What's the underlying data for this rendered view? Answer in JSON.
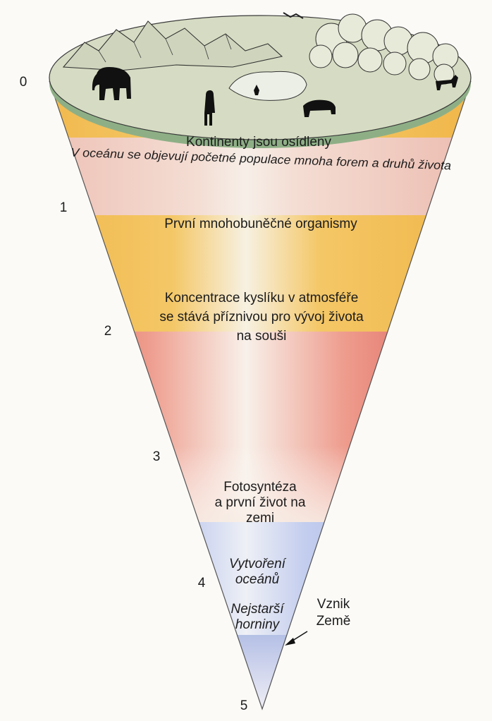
{
  "diagram": {
    "axis_marks": [
      "0",
      "1",
      "2",
      "3",
      "4",
      "5"
    ],
    "layers": [
      {
        "lines": [
          "Kontinenty jsou osídleny"
        ],
        "italic": false
      },
      {
        "lines": [
          "V oceánu se objevují početné populace mnoha forem a druhů života"
        ],
        "italic": true
      },
      {
        "lines": [
          "První mnohobuněčné organismy"
        ],
        "italic": false
      },
      {
        "lines": [
          "Koncentrace kyslíku v atmosféře",
          "se stává příznivou pro vývoj života",
          "na souši"
        ],
        "italic": false
      },
      {
        "lines": [
          "Fotosyntéza",
          "a první život na",
          "zemi"
        ],
        "italic": false
      },
      {
        "lines": [
          "Vytvoření",
          "oceánů"
        ],
        "italic": true
      },
      {
        "lines": [
          "Nejstarší",
          "horniny"
        ],
        "italic": true
      }
    ],
    "callout": {
      "lines": [
        "Vznik",
        "Země"
      ]
    },
    "colors": {
      "orange": "#f2b84a",
      "yellow": "#f3c653",
      "red": "#e0605a",
      "pink": "#f1c0b2",
      "blue": "#9aaee3",
      "land": "#d8ddc6",
      "rim": "#8fb08a"
    }
  }
}
